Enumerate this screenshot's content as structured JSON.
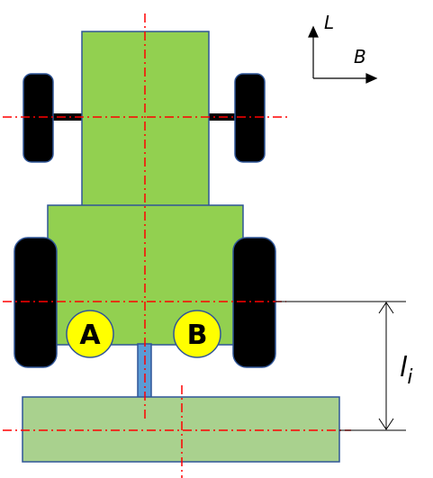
{
  "axes": {
    "vertical_label": "L",
    "horizontal_label": "B"
  },
  "wheels": {
    "left_rear_label": "A",
    "right_rear_label": "B"
  },
  "dimension": {
    "label_base": "l",
    "label_subscript": "i"
  },
  "colors": {
    "body_green": "#92d050",
    "implement_green": "#a9d18e",
    "outline_blue": "#2f5597",
    "tire_black": "#000000",
    "hitch_blue": "#5b9bd5",
    "centerline_red": "#ff0000",
    "badge_yellow": "#ffff00"
  }
}
